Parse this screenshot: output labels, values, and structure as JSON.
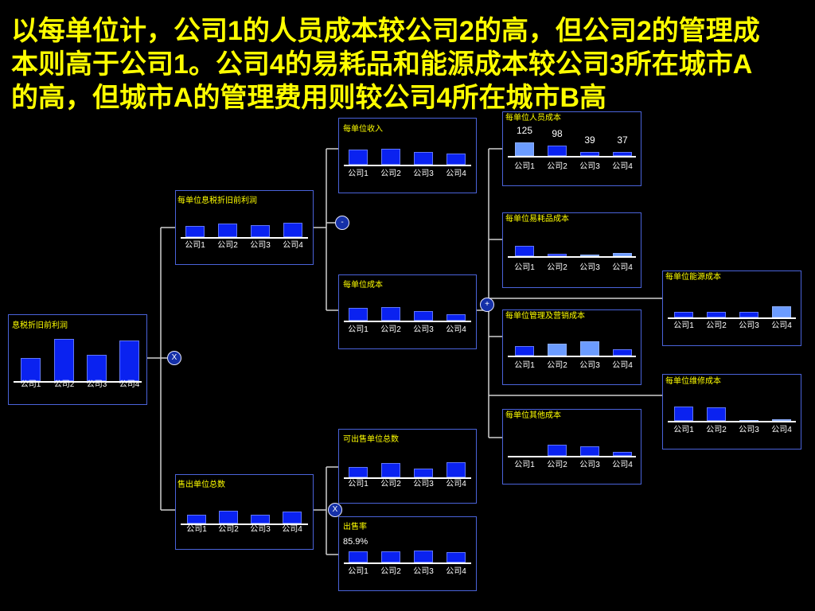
{
  "slide": {
    "title_lines": [
      "以每单位计，公司1的人员成本较公司2的高，但公司2的管理成",
      "本则高于公司1。公司4的易耗品和能源成本较公司3所在城市A",
      "的高，但城市A的管理费用则较公司4所在城市B高"
    ]
  },
  "operators": [
    "X",
    "-",
    "+",
    "X"
  ],
  "palette": {
    "background": "#000000",
    "title_text": "#FFFF00",
    "chart_title_text": "#FFFF00",
    "category_text": "#FFFFFF",
    "box_border": "#4A63DA",
    "connector": "#D0D0D0",
    "axis_line": "#FFFFFF",
    "bar_primary": "#0A22F0",
    "bar_highlight": "#6C9CFF",
    "operator_fill": "#1530A8"
  },
  "chart_data": [
    {
      "type": "bar",
      "title": "息税折旧前利润",
      "categories": [
        "公司1",
        "公司2",
        "公司3",
        "公司4"
      ],
      "values": [
        55,
        100,
        62,
        96
      ],
      "bar_colors": [
        "#0A22F0",
        "#0A22F0",
        "#0A22F0",
        "#0A22F0"
      ]
    },
    {
      "type": "bar",
      "title": "每单位息税折旧前利润",
      "categories": [
        "公司1",
        "公司2",
        "公司3",
        "公司4"
      ],
      "values": [
        78,
        94,
        83,
        100
      ],
      "bar_colors": [
        "#0A22F0",
        "#0A22F0",
        "#0A22F0",
        "#0A22F0"
      ]
    },
    {
      "type": "bar",
      "title": "每单位收入",
      "categories": [
        "公司1",
        "公司2",
        "公司3",
        "公司4"
      ],
      "values": [
        95,
        100,
        80,
        70
      ],
      "bar_colors": [
        "#0A22F0",
        "#0A22F0",
        "#0A22F0",
        "#0A22F0"
      ]
    },
    {
      "type": "bar",
      "title": "每单位成本",
      "categories": [
        "公司1",
        "公司2",
        "公司3",
        "公司4"
      ],
      "values": [
        94,
        100,
        71,
        47
      ],
      "bar_colors": [
        "#0A22F0",
        "#0A22F0",
        "#0A22F0",
        "#0A22F0"
      ]
    },
    {
      "type": "bar",
      "title": "每单位人员成本",
      "categories": [
        "公司1",
        "公司2",
        "公司3",
        "公司4"
      ],
      "values": [
        125,
        98,
        39,
        37
      ],
      "data_labels": true,
      "bar_colors": [
        "#6C9CFF",
        "#0A22F0",
        "#0A22F0",
        "#0A22F0"
      ]
    },
    {
      "type": "bar",
      "title": "每单位易耗品成本",
      "categories": [
        "公司1",
        "公司2",
        "公司3",
        "公司4"
      ],
      "values": [
        100,
        23,
        15,
        31
      ],
      "bar_colors": [
        "#0A22F0",
        "#0A22F0",
        "#6C9CFF",
        "#6C9CFF"
      ]
    },
    {
      "type": "bar",
      "title": "每单位管理及营销成本",
      "categories": [
        "公司1",
        "公司2",
        "公司3",
        "公司4"
      ],
      "values": [
        67,
        83,
        100,
        44
      ],
      "bar_colors": [
        "#0A22F0",
        "#6C9CFF",
        "#6C9CFF",
        "#0A22F0"
      ]
    },
    {
      "type": "bar",
      "title": "每单位其他成本",
      "categories": [
        "公司1",
        "公司2",
        "公司3",
        "公司4"
      ],
      "values": [
        0,
        100,
        86,
        36
      ],
      "bar_colors": [
        "#0A22F0",
        "#0A22F0",
        "#0A22F0",
        "#0A22F0"
      ]
    },
    {
      "type": "bar",
      "title": "每单位能源成本",
      "categories": [
        "公司1",
        "公司2",
        "公司3",
        "公司4"
      ],
      "values": [
        50,
        50,
        50,
        100
      ],
      "bar_colors": [
        "#0A22F0",
        "#0A22F0",
        "#0A22F0",
        "#6C9CFF"
      ]
    },
    {
      "type": "bar",
      "title": "每单位维修成本",
      "categories": [
        "公司1",
        "公司2",
        "公司3",
        "公司4"
      ],
      "values": [
        100,
        94,
        6,
        11
      ],
      "bar_colors": [
        "#0A22F0",
        "#0A22F0",
        "#6C9CFF",
        "#6C9CFF"
      ]
    },
    {
      "type": "bar",
      "title": "售出单位总数",
      "categories": [
        "公司1",
        "公司2",
        "公司3",
        "公司4"
      ],
      "values": [
        69,
        100,
        69,
        94
      ],
      "bar_colors": [
        "#0A22F0",
        "#0A22F0",
        "#0A22F0",
        "#0A22F0"
      ]
    },
    {
      "type": "bar",
      "title": "可出售单位总数",
      "categories": [
        "公司1",
        "公司2",
        "公司3",
        "公司4"
      ],
      "values": [
        68,
        95,
        58,
        100
      ],
      "bar_colors": [
        "#0A22F0",
        "#0A22F0",
        "#0A22F0",
        "#0A22F0"
      ]
    },
    {
      "type": "bar",
      "title": "出售率",
      "categories": [
        "公司1",
        "公司2",
        "公司3",
        "公司4"
      ],
      "values": [
        93,
        93,
        100,
        87
      ],
      "annotation": "85.9%",
      "bar_colors": [
        "#0A22F0",
        "#0A22F0",
        "#0A22F0",
        "#0A22F0"
      ]
    }
  ]
}
